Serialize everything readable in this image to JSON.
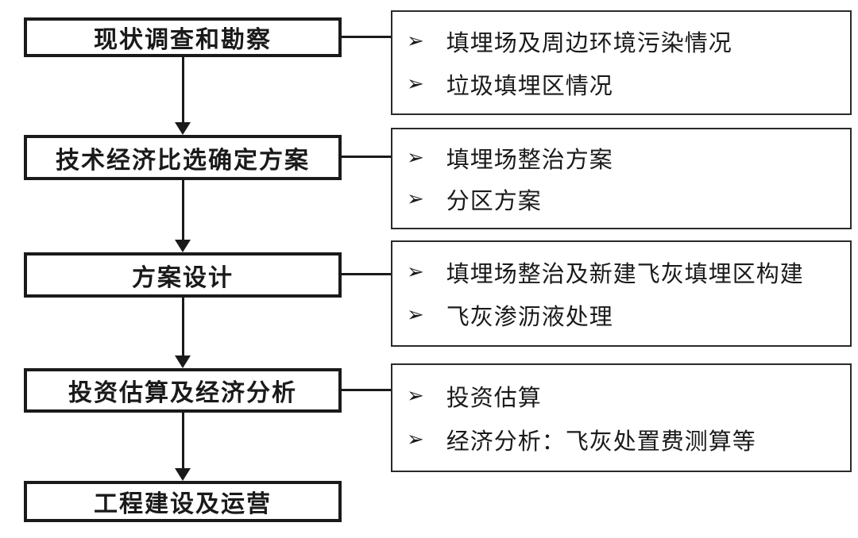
{
  "diagram": {
    "title_implicit": "",
    "bullet_icon": "➢",
    "colors": {
      "background": "#ffffff",
      "line": "#1a1a1a",
      "left_box_border": "#1a1a1a",
      "right_box_border": "#2a2a2a",
      "text": "#1a1a1a"
    },
    "steps": [
      {
        "label": "现状调查和勘察",
        "details": [
          "填埋场及周边环境污染情况",
          "垃圾填埋区情况"
        ]
      },
      {
        "label": "技术经济比选确定方案",
        "details": [
          "填埋场整治方案",
          "分区方案"
        ]
      },
      {
        "label": "方案设计",
        "details": [
          "填埋场整治及新建飞灰填埋区构建",
          "飞灰渗沥液处理"
        ]
      },
      {
        "label": "投资估算及经济分析",
        "details": [
          "投资估算",
          "经济分析：飞灰处置费测算等"
        ]
      },
      {
        "label": "工程建设及运营",
        "details": []
      }
    ]
  }
}
